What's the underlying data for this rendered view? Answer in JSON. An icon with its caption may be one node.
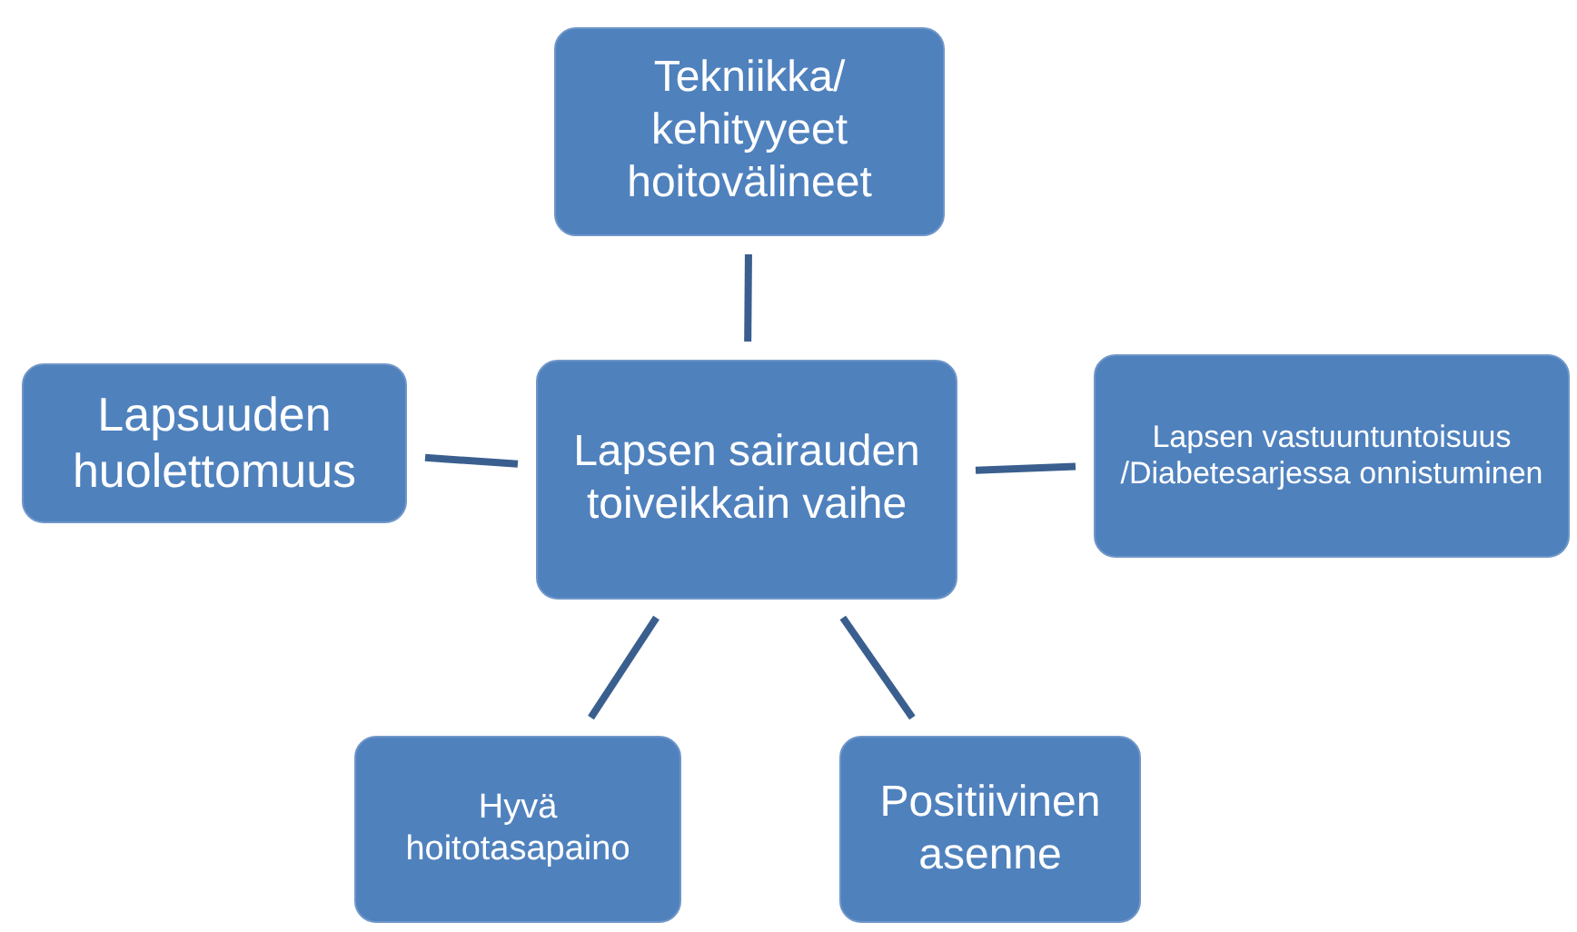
{
  "diagram": {
    "nodes": [
      {
        "text": [
          "Tekniikka/ kehityyeet hoitovälineet"
        ]
      },
      {
        "text": [
          "Lapsuuden huolettomuus"
        ]
      },
      {
        "text": [
          "Lapsen sairauden toiveikkain vaihe"
        ]
      },
      {
        "text": [
          "Lapsen vastuuntuntoisuus /Diabetesarjessa onnistuminen"
        ]
      },
      {
        "text": [
          "Hyvä hoitotasapaino"
        ]
      },
      {
        "text": [
          "Positiivinen asenne"
        ]
      }
    ],
    "edges": [
      {
        "from": 2,
        "to": 0,
        "arrow": "none"
      },
      {
        "from": 2,
        "to": 1,
        "arrow": "none"
      },
      {
        "from": 2,
        "to": 3,
        "arrow": "none"
      },
      {
        "from": 2,
        "to": 4,
        "arrow": "none"
      },
      {
        "from": 2,
        "to": 5,
        "arrow": "none"
      }
    ]
  }
}
